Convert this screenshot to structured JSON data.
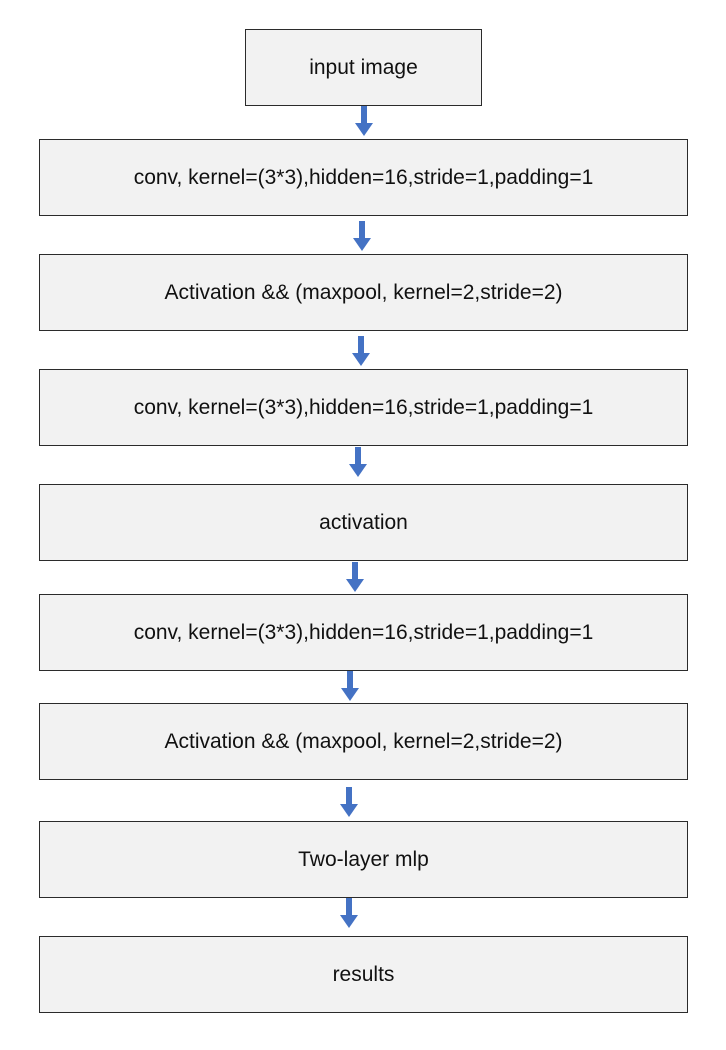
{
  "diagram": {
    "accent_color": "#4472c4",
    "steps": [
      {
        "label": "input image"
      },
      {
        "label": "conv, kernel=(3*3),hidden=16,stride=1,padding=1"
      },
      {
        "label": "Activation && (maxpool, kernel=2,stride=2)"
      },
      {
        "label": "conv, kernel=(3*3),hidden=16,stride=1,padding=1"
      },
      {
        "label": "activation"
      },
      {
        "label": "conv, kernel=(3*3),hidden=16,stride=1,padding=1"
      },
      {
        "label": "Activation && (maxpool, kernel=2,stride=2)"
      },
      {
        "label": "Two-layer mlp"
      },
      {
        "label": "results"
      }
    ]
  }
}
